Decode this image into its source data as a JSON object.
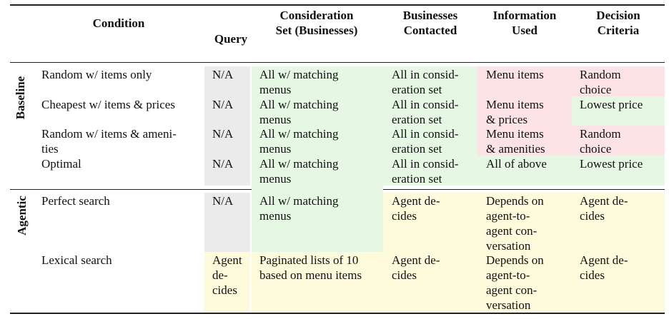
{
  "headers": {
    "condition": "Condition",
    "query": "Query",
    "consideration": "Consideration\nSet (Businesses)",
    "contacted": "Businesses\nContacted",
    "information": "Information\nUsed",
    "decision": "Decision\nCriteria"
  },
  "groups": {
    "baseline": "Baseline",
    "agentic": "Agentic"
  },
  "colors": {
    "gray": "#ebebeb",
    "green": "#e6f7e4",
    "red": "#fde3e6",
    "yellow": "#fdfbdc"
  },
  "rows": [
    {
      "condition": "Random w/ items only",
      "query": "N/A",
      "consideration": "All w/ matching\nmenus",
      "contacted": "All in consid-\neration set",
      "information": "Menu items",
      "decision": "Random\nchoice"
    },
    {
      "condition": "Cheapest w/ items & prices",
      "query": "N/A",
      "consideration": "All w/ matching\nmenus",
      "contacted": "All in consid-\neration set",
      "information": "Menu items\n& prices",
      "decision": "Lowest price"
    },
    {
      "condition": "Random w/ items & ameni-\nties",
      "query": "N/A",
      "consideration": "All w/ matching\nmenus",
      "contacted": "All in consid-\neration set",
      "information": "Menu items\n& amenities",
      "decision": "Random\nchoice"
    },
    {
      "condition": "Optimal",
      "query": "N/A",
      "consideration": "All w/ matching\nmenus",
      "contacted": "All in consid-\neration set",
      "information": "All of above",
      "decision": "Lowest price"
    },
    {
      "condition": "Perfect search",
      "query": "N/A",
      "consideration": "All w/ matching\nmenus",
      "contacted": "Agent de-\ncides",
      "information": "Depends on\nagent-to-\nagent con-\nversation",
      "decision": "Agent de-\ncides"
    },
    {
      "condition": "Lexical search",
      "query": "Agent\nde-\ncides",
      "consideration": "Paginated lists of 10\nbased on menu items",
      "contacted": "Agent de-\ncides",
      "information": "Depends on\nagent-to-\nagent con-\nversation",
      "decision": "Agent de-\ncides"
    }
  ]
}
